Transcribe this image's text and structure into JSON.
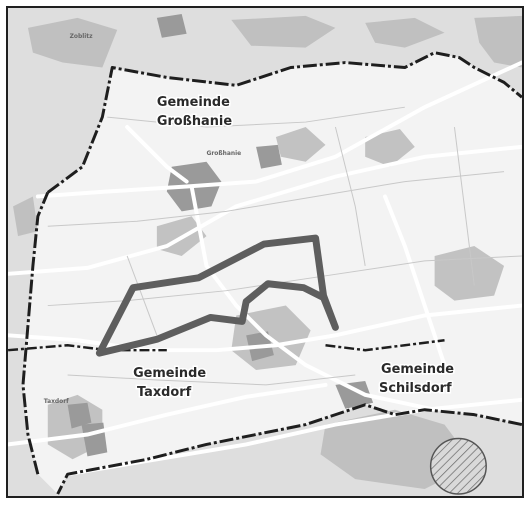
{
  "map": {
    "labels": {
      "grosshanie_line1": "Gemeinde",
      "grosshanie_line2": "Großhanie",
      "tauchritz_line1": "Gemeinde",
      "tauchritz_line2": "Taxdorf",
      "schoepsdorf_line1": "Gemeinde",
      "schoepsdorf_line2": "Schilsdorf"
    },
    "small_text": {
      "near_top_left": "Zoblitz",
      "near_center_top": "Großhanie",
      "near_left_bottom": "Taxdorf"
    },
    "colors": {
      "background": "#f1f1f1",
      "boundary": "#1e1e1e",
      "area_outline": "#5e5e5e",
      "road": "#ffffff",
      "forest": "#bdbdbd",
      "settlement": "#9a9a9a",
      "outside_area": "#dedede"
    }
  }
}
